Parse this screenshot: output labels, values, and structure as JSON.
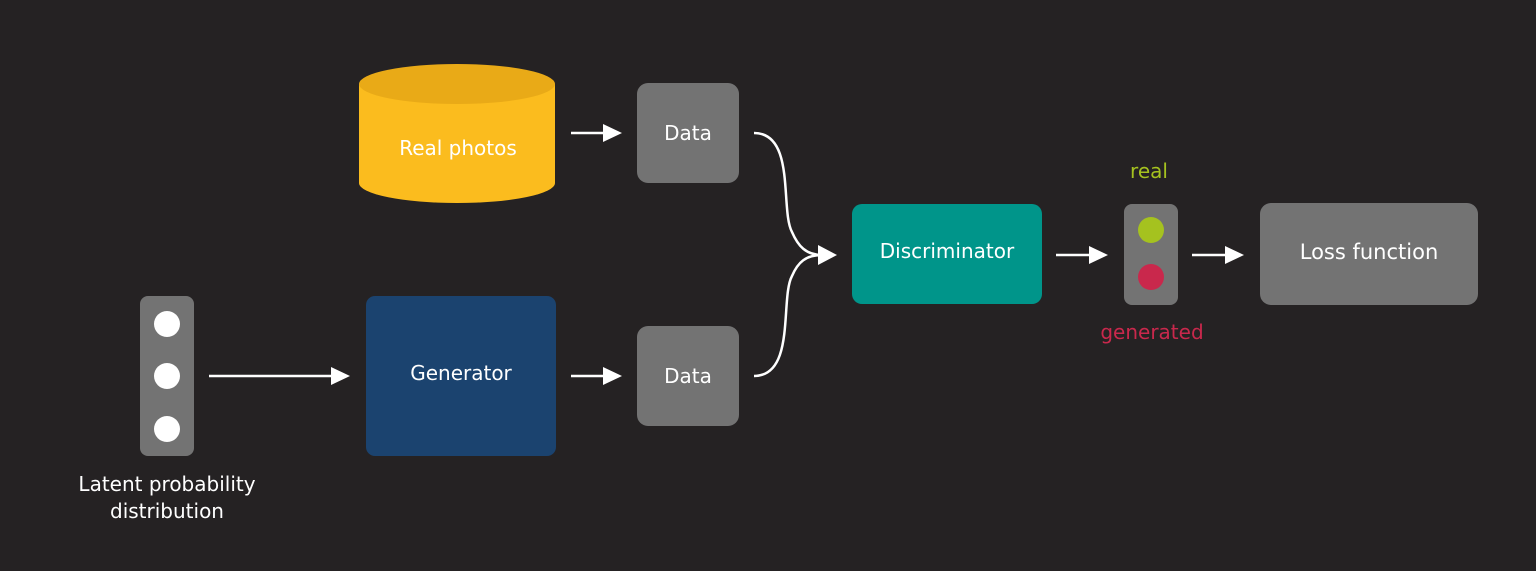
{
  "nodes": {
    "real_photos": {
      "label": "Real photos"
    },
    "data_top": {
      "label": "Data"
    },
    "data_bottom": {
      "label": "Data"
    },
    "generator": {
      "label": "Generator"
    },
    "discriminator": {
      "label": "Discriminator"
    },
    "loss_function": {
      "label": "Loss function"
    },
    "latent": {
      "label_line1": "Latent probability",
      "label_line2": "distribution"
    },
    "indicator": {
      "real_label": "real",
      "generated_label": "generated"
    }
  },
  "colors": {
    "background": "#252223",
    "database": "#fbbc1e",
    "database_top": "#e9aa17",
    "data_box": "#737373",
    "generator": "#1b436f",
    "discriminator": "#00958a",
    "loss_box": "#737373",
    "indicator_real": "#a5c21f",
    "indicator_generated": "#c9284c"
  }
}
